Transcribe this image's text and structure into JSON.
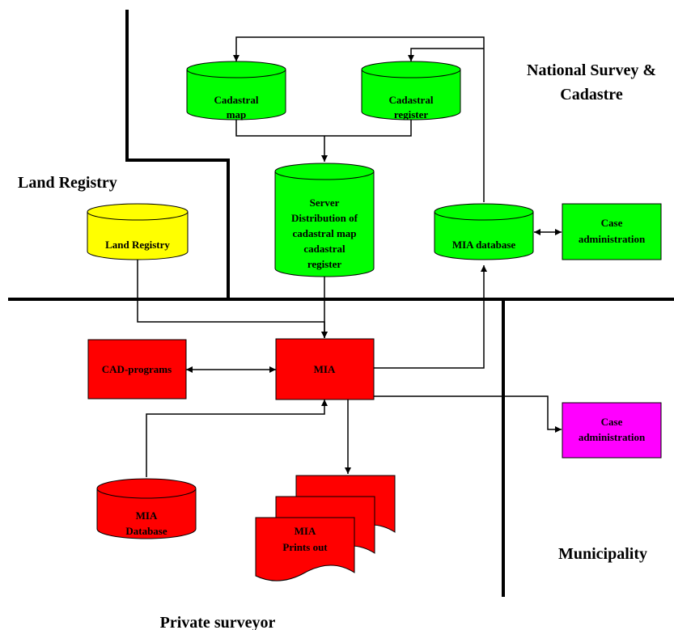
{
  "regions": {
    "national_survey_line1": "National Survey &",
    "national_survey_line2": "Cadastre",
    "land_registry": "Land Registry",
    "municipality": "Municipality",
    "private_surveyor": "Private surveyor"
  },
  "nodes": {
    "cadastral_map_line1": "Cadastral",
    "cadastral_map_line2": "map",
    "cadastral_register_line1": "Cadastral",
    "cadastral_register_line2": "register",
    "server_line1": "Server",
    "server_line2": "Distribution of",
    "server_line3": "cadastral map",
    "server_line4": "cadastral",
    "server_line5": "register",
    "land_registry_db": "Land Registry",
    "mia_database_top": "MIA database",
    "case_admin_green_line1": "Case",
    "case_admin_green_line2": "administration",
    "cad_programs": "CAD-programs",
    "mia": "MIA",
    "case_admin_magenta_line1": "Case",
    "case_admin_magenta_line2": "administration",
    "mia_database_bottom_line1": "MIA",
    "mia_database_bottom_line2": "Database",
    "prints_line1": "MIA",
    "prints_line2": "Prints out"
  },
  "colors": {
    "green": "#00ff00",
    "yellow": "#ffff00",
    "red": "#ff0000",
    "magenta": "#ff00ff",
    "line": "#000000"
  }
}
